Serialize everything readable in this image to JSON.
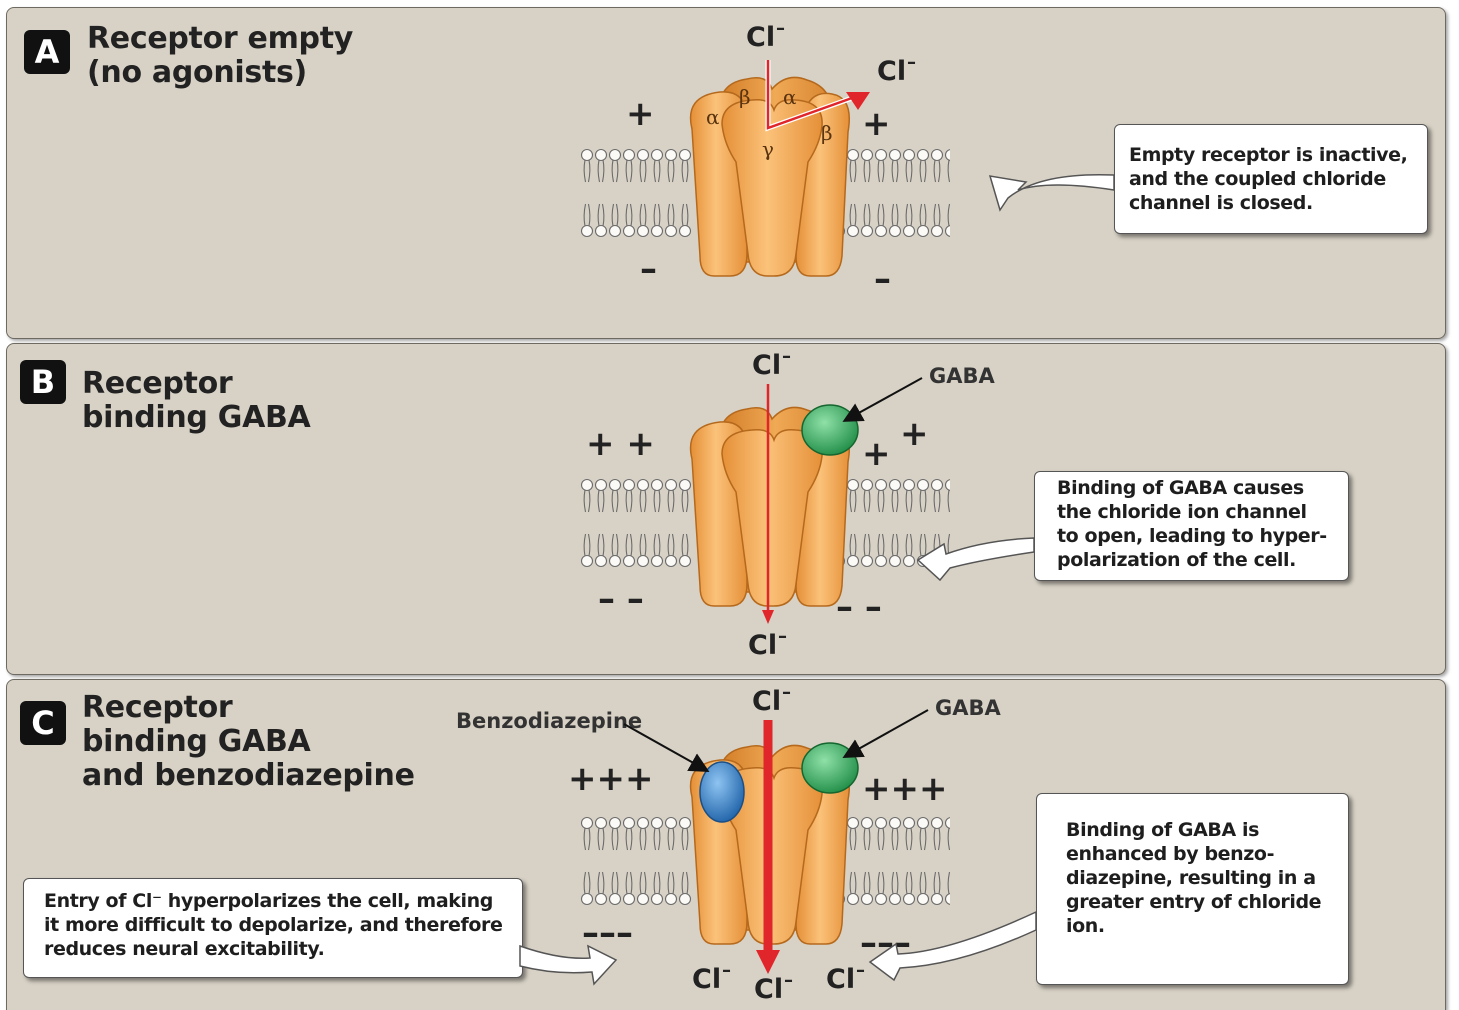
{
  "panels": [
    {
      "letter": "A",
      "title": "Receptor empty\n(no agonists)",
      "callout": "Empty receptor is inactive,\nand the coupled chloride\nchannel is closed.",
      "charges": {
        "top_left": "+",
        "top_right": "+",
        "bottom_left": "–",
        "bottom_right": "–"
      },
      "ions": {
        "top": "Cl",
        "side": "Cl"
      },
      "subunits": {
        "alpha": "α",
        "beta": "β",
        "gamma": "γ"
      }
    },
    {
      "letter": "B",
      "title": "Receptor\nbinding GABA",
      "callout": "Binding of GABA causes\nthe chloride ion channel\nto open, leading to hyper-\npolarization of the cell.",
      "charges": {
        "top_left": "+ +",
        "top_right_1": "+",
        "top_right_2": "+",
        "bottom_left": "– –",
        "bottom_right": "– –"
      },
      "ions": {
        "top": "Cl",
        "bottom": "Cl"
      },
      "labels": {
        "gaba": "GABA"
      }
    },
    {
      "letter": "C",
      "title": "Receptor\nbinding GABA\nand benzodiazepine",
      "callout_right": "Binding of GABA is\nenhanced by benzo-\ndiazepine, resulting in a\ngreater entry of chloride\nion.",
      "callout_left": "Entry of Cl⁻ hyperpolarizes the cell, making\nit more difficult to depolarize, and therefore\nreduces neural excitability.",
      "charges": {
        "top_left": "+++",
        "top_right": "+++",
        "bottom_left": "–––",
        "bottom_right": "–––"
      },
      "ions": {
        "top": "Cl",
        "bottom_left": "Cl",
        "bottom_center": "Cl",
        "bottom_right": "Cl"
      },
      "labels": {
        "gaba": "GABA",
        "benzodiazepine": "Benzodiazepine"
      }
    }
  ],
  "ion_superscript": "–",
  "colors": {
    "panel_bg": "#d8d2c6",
    "receptor_fill": "#f3b062",
    "receptor_stroke": "#b5691d",
    "gaba_green": "#2faa5a",
    "benzo_blue": "#2f7fc8",
    "ion_arrow_red": "#e0262a"
  }
}
